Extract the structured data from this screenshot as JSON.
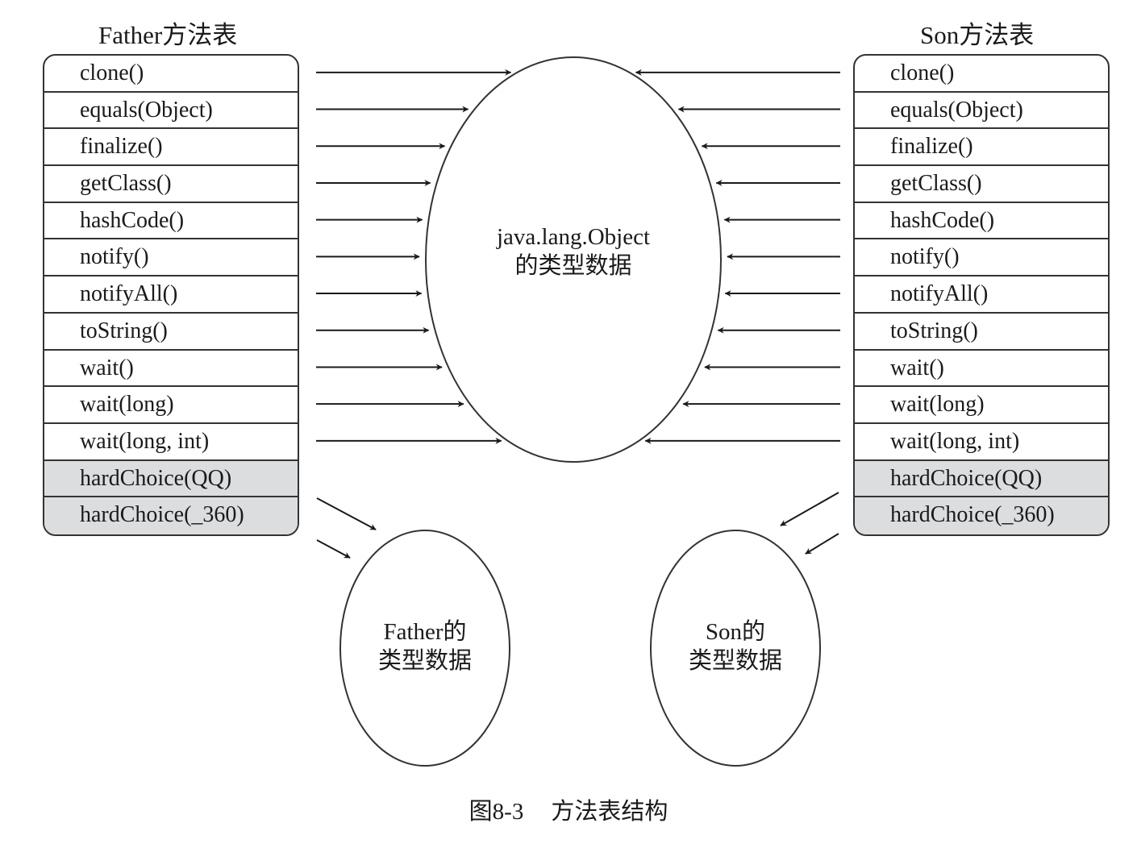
{
  "father_table": {
    "title": "Father方法表",
    "methods": [
      {
        "label": "clone()",
        "shaded": false
      },
      {
        "label": "equals(Object)",
        "shaded": false
      },
      {
        "label": "finalize()",
        "shaded": false
      },
      {
        "label": "getClass()",
        "shaded": false
      },
      {
        "label": "hashCode()",
        "shaded": false
      },
      {
        "label": "notify()",
        "shaded": false
      },
      {
        "label": "notifyAll()",
        "shaded": false
      },
      {
        "label": "toString()",
        "shaded": false
      },
      {
        "label": "wait()",
        "shaded": false
      },
      {
        "label": "wait(long)",
        "shaded": false
      },
      {
        "label": "wait(long, int)",
        "shaded": false
      },
      {
        "label": "hardChoice(QQ)",
        "shaded": true
      },
      {
        "label": "hardChoice(_360)",
        "shaded": true
      }
    ]
  },
  "son_table": {
    "title": "Son方法表",
    "methods": [
      {
        "label": "clone()",
        "shaded": false
      },
      {
        "label": "equals(Object)",
        "shaded": false
      },
      {
        "label": "finalize()",
        "shaded": false
      },
      {
        "label": "getClass()",
        "shaded": false
      },
      {
        "label": "hashCode()",
        "shaded": false
      },
      {
        "label": "notify()",
        "shaded": false
      },
      {
        "label": "notifyAll()",
        "shaded": false
      },
      {
        "label": "toString()",
        "shaded": false
      },
      {
        "label": "wait()",
        "shaded": false
      },
      {
        "label": "wait(long)",
        "shaded": false
      },
      {
        "label": "wait(long, int)",
        "shaded": false
      },
      {
        "label": "hardChoice(QQ)",
        "shaded": true
      },
      {
        "label": "hardChoice(_360)",
        "shaded": true
      }
    ]
  },
  "object_type": {
    "line1": "java.lang.Object",
    "line2": "的类型数据"
  },
  "father_type": {
    "line1": "Father的",
    "line2": "类型数据"
  },
  "son_type": {
    "line1": "Son的",
    "line2": "类型数据"
  },
  "caption": {
    "figure": "图8-3",
    "title": "方法表结构"
  },
  "colors": {
    "line": "#333333",
    "shaded_row": "#dcdddf",
    "background": "#ffffff"
  }
}
